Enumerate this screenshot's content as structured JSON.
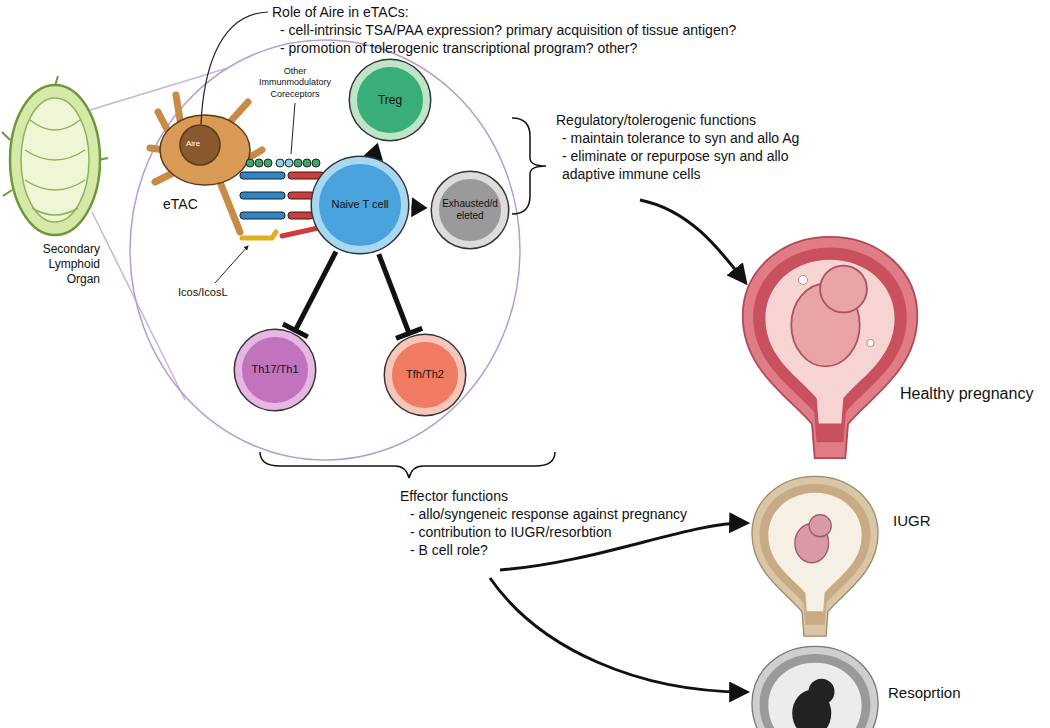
{
  "diagram": {
    "nodes": [
      {
        "text": [
          "eTAC"
        ]
      },
      {
        "text": [
          "Naive T cell"
        ]
      },
      {
        "text": [
          "Treg"
        ]
      },
      {
        "text": [
          "Exhausted/deleted"
        ]
      },
      {
        "text": [
          "Th17/Th1"
        ]
      },
      {
        "text": [
          "Tfh/Th2"
        ]
      },
      {
        "text": [
          "Healthy pregnancy"
        ]
      },
      {
        "text": [
          "IUGR"
        ]
      },
      {
        "text": [
          "Resoprtion"
        ]
      }
    ],
    "edges": [
      {
        "from": 1,
        "to": 2,
        "arrow": "to"
      },
      {
        "from": 1,
        "to": 3,
        "arrow": "to"
      },
      {
        "from": 1,
        "to": 4,
        "arrow": "to"
      },
      {
        "from": 1,
        "to": 5,
        "arrow": "to"
      }
    ],
    "labels": [
      "Role of Aire in eTACs:",
      "- cell-intrinsic TSA/PAA expression? primary acquisition of tissue antigen?",
      "- promotion of tolerogenic transcriptional program? other?",
      "Secondary Lymphoid Organ",
      "Other Immunmodulatory Coreceptors",
      "Icos/IcosL",
      "Aire",
      "Regulatory/tolerogenic functions",
      "- maintain tolerance to syn and allo Ag",
      "- eliminate or repurpose syn and allo adaptive immune cells",
      "Effector functions",
      "- allo/syngeneic response against pregnancy",
      "- contribution to IUGR/resorbtion",
      "- B cell role?"
    ]
  }
}
